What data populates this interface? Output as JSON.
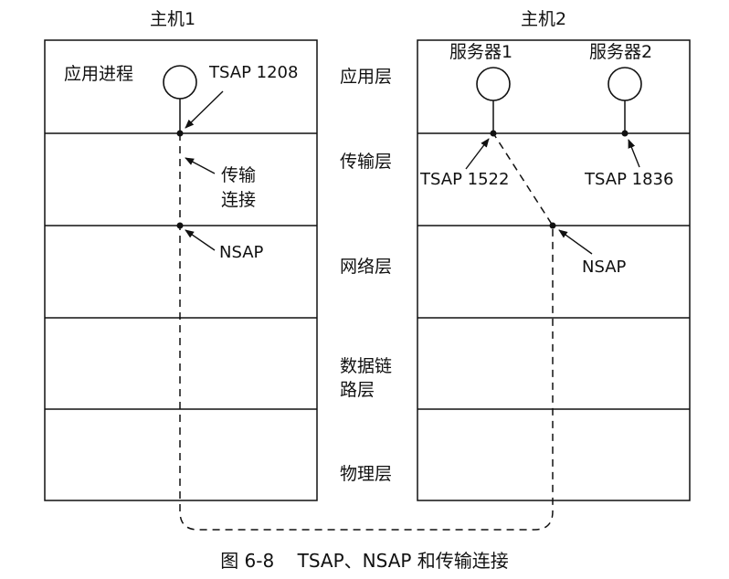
{
  "hosts": {
    "host1": "主机1",
    "host2": "主机2"
  },
  "layers": {
    "application": "应用层",
    "transport": "传输层",
    "network": "网络层",
    "datalink_line1": "数据链",
    "datalink_line2": "路层",
    "physical": "物理层"
  },
  "host1_labels": {
    "process": "应用进程",
    "tsap": "TSAP 1208",
    "connection_line1": "传输",
    "connection_line2": "连接",
    "nsap": "NSAP"
  },
  "host2_labels": {
    "server1": "服务器1",
    "server2": "服务器2",
    "tsap1": "TSAP 1522",
    "tsap2": "TSAP 1836",
    "nsap": "NSAP"
  },
  "caption": "图 6-8    TSAP、NSAP 和传输连接",
  "colors": {
    "line": "#111111",
    "background": "#ffffff"
  }
}
